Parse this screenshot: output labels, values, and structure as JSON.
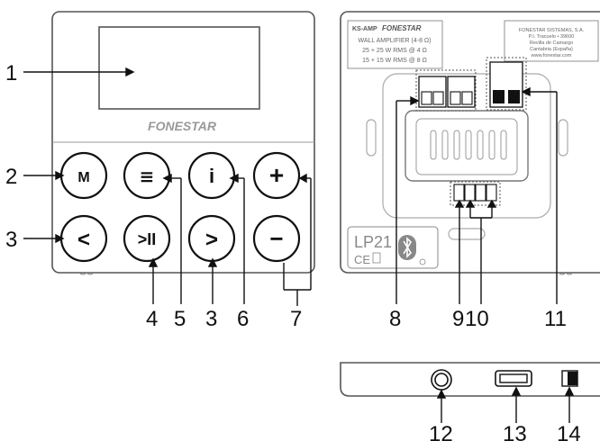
{
  "front_panel": {
    "brand": "FONESTAR",
    "buttons": {
      "mode": "M",
      "menu": "≡",
      "info": "i",
      "plus": "+",
      "prev": "<",
      "play_pause": ">II",
      "next": ">",
      "minus": "−"
    }
  },
  "back_panel": {
    "model": "KS-AMP",
    "brand": "FONESTAR",
    "spec_lines": [
      "WALL AMPLIFIER (4-8 Ω)",
      "25 + 25 W RMS @ 4 Ω",
      "15 + 15 W RMS @ 8 Ω"
    ],
    "company_lines": [
      "FONESTAR SISTEMAS, S.A.",
      "P.I. Tracuelo • 39600",
      "Revilla de Camargo",
      "Cantabria (España)",
      "www.fonestar.com"
    ],
    "product_code": "LP21",
    "ce_mark": "CE"
  },
  "callouts": {
    "n1": "1",
    "n2": "2",
    "n3a": "3",
    "n4": "4",
    "n5": "5",
    "n3b": "3",
    "n6": "6",
    "n7": "7",
    "n8": "8",
    "n9": "9",
    "n10": "10",
    "n11": "11",
    "n12": "12",
    "n13": "13",
    "n14": "14"
  }
}
